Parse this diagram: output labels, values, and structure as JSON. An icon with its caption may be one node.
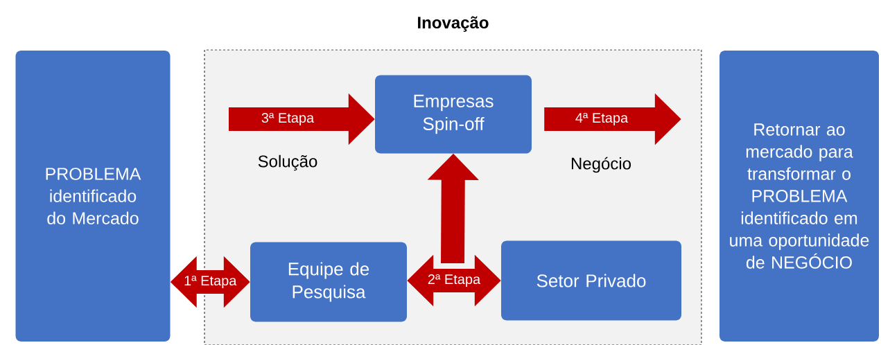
{
  "diagram": {
    "nodes": [
      {
        "text": [
          "Inovação"
        ]
      },
      {
        "text": [
          "PROBLEMA identificado do Mercado"
        ]
      },
      {
        "text": [
          "Empresas Spin-off"
        ],
        "in": 0
      },
      {
        "text": [
          "Equipe de Pesquisa"
        ],
        "in": 0
      },
      {
        "text": [
          "Setor Privado"
        ],
        "in": 0
      },
      {
        "text": [
          "Retornar ao mercado para transformar o PROBLEMA identificado em uma oportunidade de NEGÓCIO"
        ]
      }
    ],
    "edges": [
      {
        "from": 1,
        "to": 3,
        "arrow": "both",
        "label": "1ª Etapa"
      },
      {
        "from": 3,
        "to": 4,
        "arrow": "both",
        "label": "2ª Etapa"
      },
      {
        "from": null,
        "to": 2,
        "arrow": "to"
      },
      {
        "from": null,
        "to": 2,
        "arrow": "to",
        "label": "3ª Etapa"
      },
      {
        "from": 2,
        "to": 5,
        "arrow": "to",
        "label": "4ª Etapa"
      }
    ],
    "labels": [
      "Solução",
      "Negócio"
    ]
  }
}
